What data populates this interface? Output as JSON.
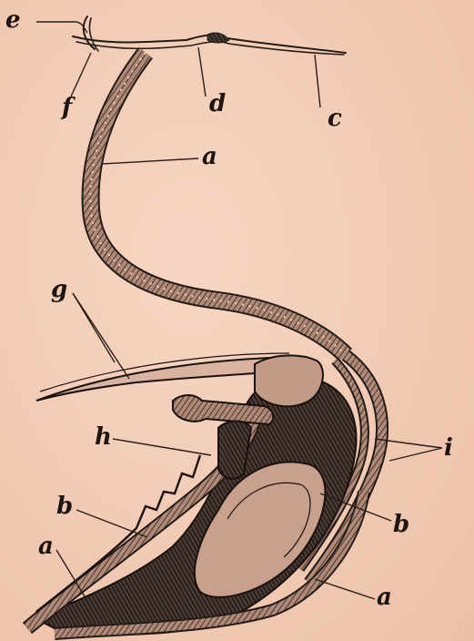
{
  "figure": {
    "labels": {
      "a_top": "a",
      "a_left": "a",
      "a_bottom": "a",
      "b_left": "b",
      "b_right": "b",
      "c": "c",
      "d": "d",
      "e": "e",
      "f": "f",
      "g": "g",
      "h": "h",
      "i": "i"
    }
  }
}
